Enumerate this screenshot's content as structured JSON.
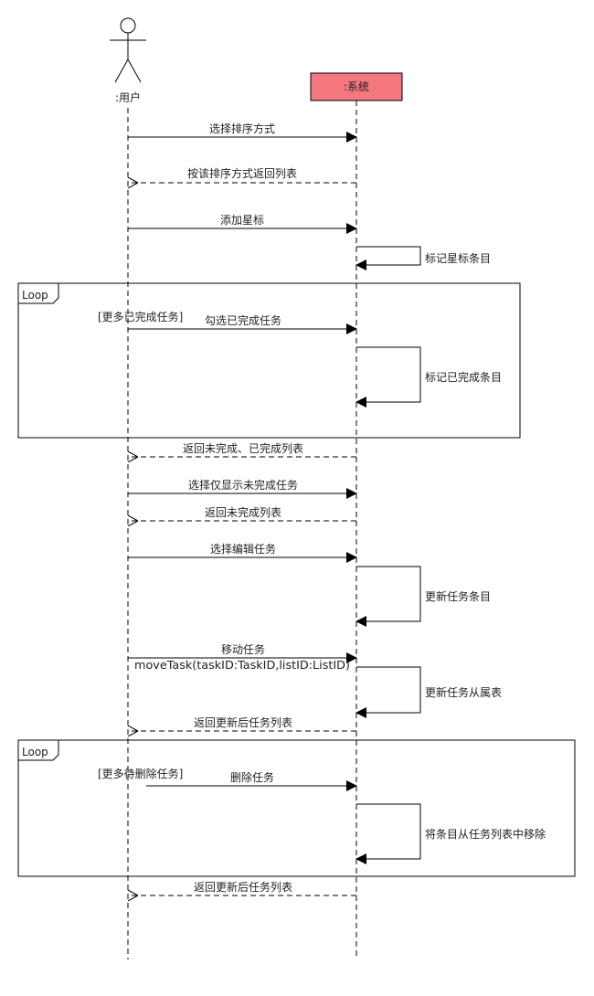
{
  "actor": {
    "label": ":用户"
  },
  "system": {
    "label": ":系统",
    "fill": "#f4777f"
  },
  "colors": {
    "line": "#000000",
    "frame": "#000000",
    "background": "#ffffff"
  },
  "messages": [
    {
      "text": "选择排序方式",
      "from": "user",
      "to": "system",
      "style": "solid"
    },
    {
      "text": "按该排序方式返回列表",
      "from": "system",
      "to": "user",
      "style": "dashed"
    },
    {
      "text": "添加星标",
      "from": "user",
      "to": "system",
      "style": "solid"
    },
    {
      "text": "标记星标条目",
      "from": "system",
      "to": "system",
      "style": "self"
    },
    {
      "text": "勾选已完成任务",
      "from": "user",
      "to": "system",
      "style": "solid"
    },
    {
      "text": "标记已完成条目",
      "from": "system",
      "to": "system",
      "style": "self"
    },
    {
      "text": "返回未完成、已完成列表",
      "from": "system",
      "to": "user",
      "style": "dashed"
    },
    {
      "text": "选择仅显示未完成任务",
      "from": "user",
      "to": "system",
      "style": "solid"
    },
    {
      "text": "返回未完成列表",
      "from": "system",
      "to": "user",
      "style": "dashed"
    },
    {
      "text": "选择编辑任务",
      "from": "user",
      "to": "system",
      "style": "solid"
    },
    {
      "text": "更新任务条目",
      "from": "system",
      "to": "system",
      "style": "self"
    },
    {
      "text": "移动任务",
      "from": "user",
      "to": "system",
      "style": "solid"
    },
    {
      "text": "更新任务从属表",
      "from": "system",
      "to": "system",
      "style": "self"
    },
    {
      "text": "返回更新后任务列表",
      "from": "system",
      "to": "user",
      "style": "dashed"
    },
    {
      "text": "删除任务",
      "from": "user",
      "to": "system",
      "style": "solid"
    },
    {
      "text": "将条目从任务列表中移除",
      "from": "system",
      "to": "system",
      "style": "self"
    },
    {
      "text": "返回更新后任务列表",
      "from": "system",
      "to": "user",
      "style": "dashed"
    }
  ],
  "method_call": "moveTask(taskID:TaskID,listID:ListID)",
  "loops": [
    {
      "tag": "Loop",
      "guard": "[更多已完成任务]"
    },
    {
      "tag": "Loop",
      "guard": "[更多待删除任务]"
    }
  ]
}
